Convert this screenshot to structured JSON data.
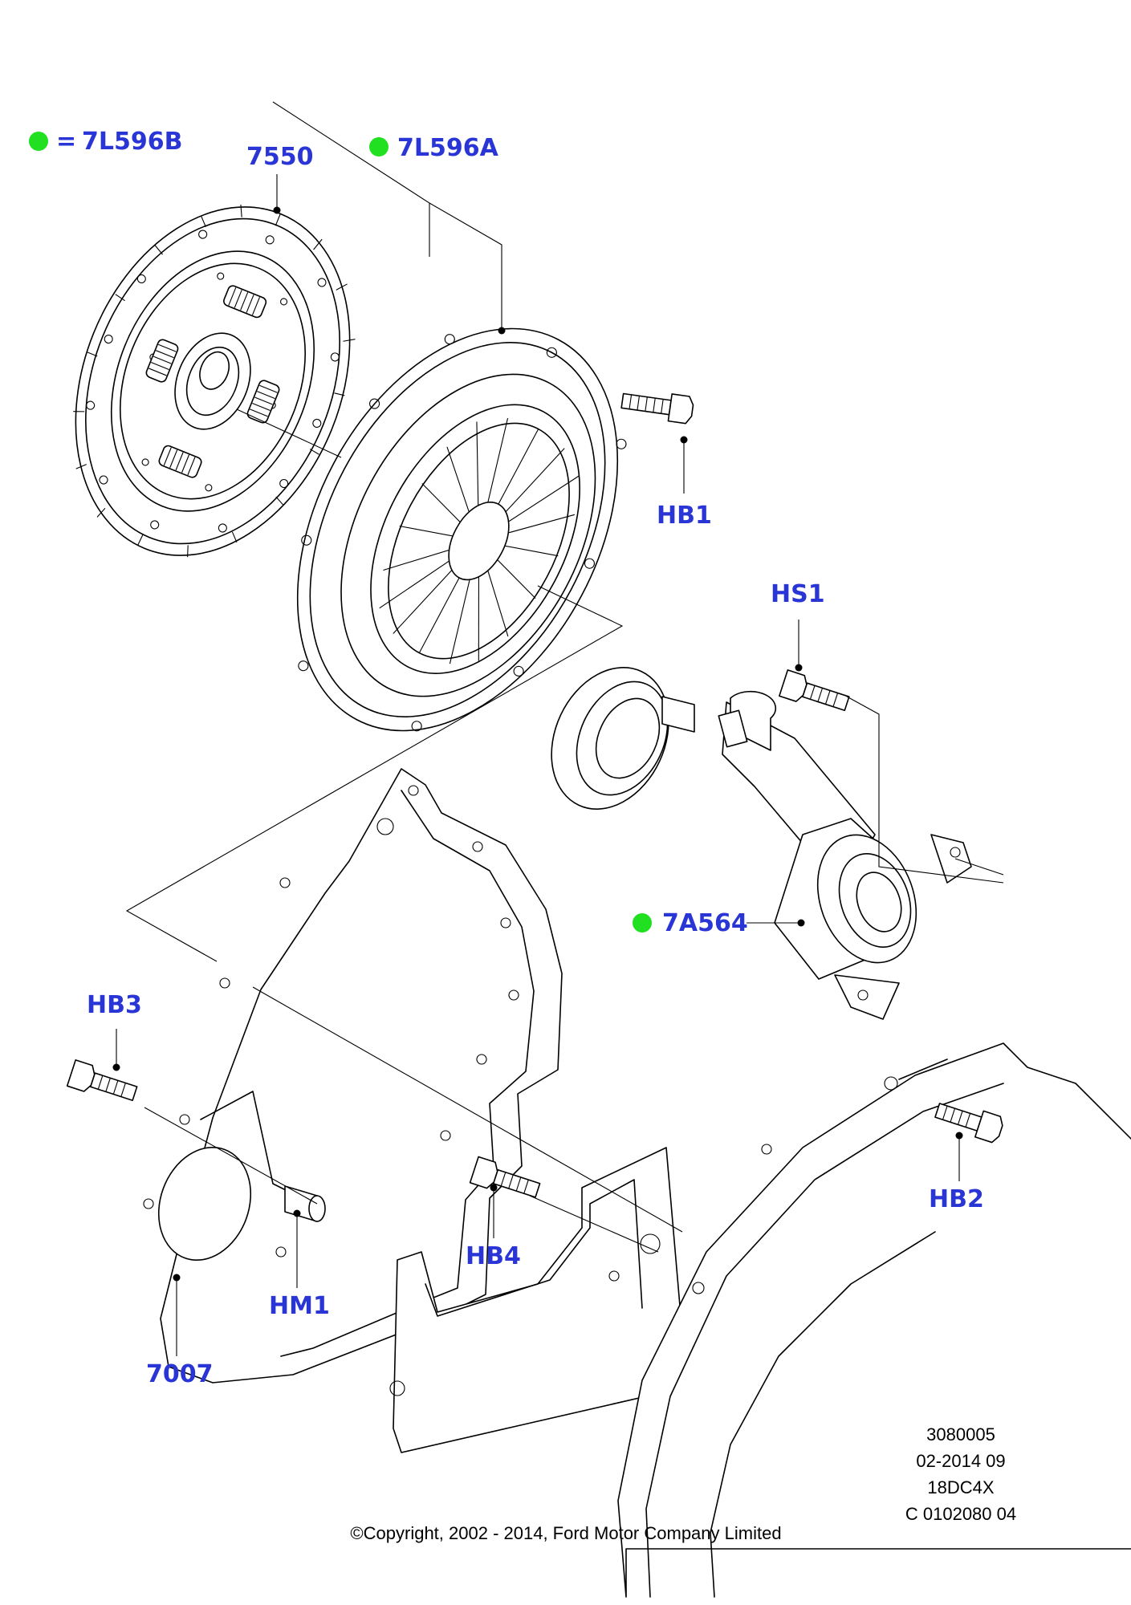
{
  "colors": {
    "label": "#2a35d6",
    "marker": "#21e021",
    "line": "#000000"
  },
  "legend": {
    "marker_icon": "green-dot-icon",
    "equals": "=",
    "code": "7L596B"
  },
  "callouts": {
    "c7550": "7550",
    "c7L596A": "7L596A",
    "hb1": "HB1",
    "hs1": "HS1",
    "c7A564": "7A564",
    "hb3": "HB3",
    "hb2": "HB2",
    "hb4": "HB4",
    "hm1": "HM1",
    "c7007": "7007"
  },
  "meta": {
    "line1": "3080005",
    "line2": "02-2014 09",
    "line3": "18DC4X",
    "line4": "C 0102080 04"
  },
  "copyright": "©Copyright, 2002 - 2014, Ford Motor Company Limited"
}
